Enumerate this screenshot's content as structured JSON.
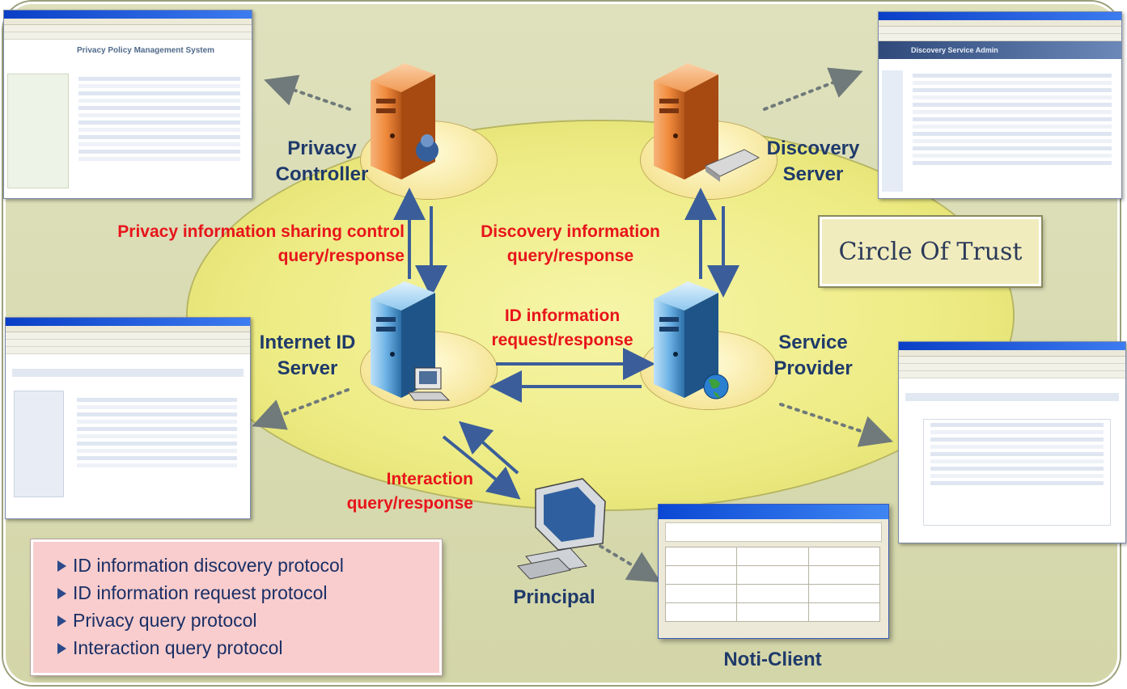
{
  "nodes": {
    "privacy_controller": "Privacy\nController",
    "discovery_server": "Discovery\nServer",
    "internet_id_server": "Internet ID\nServer",
    "service_provider": "Service\nProvider",
    "principal": "Principal",
    "noti_client": "Noti-Client"
  },
  "circle_of_trust": "Circle Of Trust",
  "flows": {
    "privacy_info": "Privacy information sharing control\nquery/response",
    "discovery_info": "Discovery information\nquery/response",
    "id_info": "ID information\nrequest/response",
    "interaction": "Interaction\nquery/response"
  },
  "legend": [
    "ID information discovery protocol",
    "ID information request protocol",
    "Privacy query protocol",
    "Interaction query protocol"
  ],
  "screenshots": {
    "privacy_title": "Privacy Policy Management System",
    "discovery_title": "Discovery Service Admin"
  },
  "colors": {
    "label_blue": "#1f3a6a",
    "flow_red": "#e8141b",
    "arrow_blue": "#3b5e9a"
  }
}
